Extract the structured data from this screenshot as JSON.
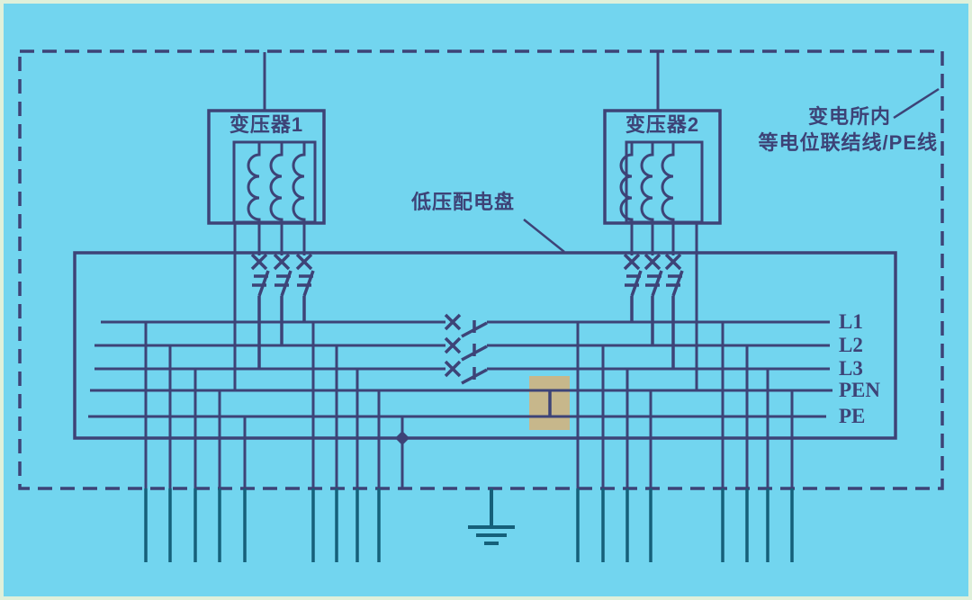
{
  "labels": {
    "transformer1": "变压器1",
    "transformer2": "变压器2",
    "panel": "低压配电盘",
    "bonding_line1": "变电所内",
    "bonding_line2": "等电位联结线/PE线",
    "bus": [
      "L1",
      "L2",
      "L3",
      "PEN",
      "PE"
    ]
  },
  "colors": {
    "ink": "#3d4377",
    "teal": "#15607a",
    "purple": "#9a9ed8",
    "cyan": "#72d5ef",
    "tan": "#c7b78b",
    "frame": "#dff0da"
  }
}
